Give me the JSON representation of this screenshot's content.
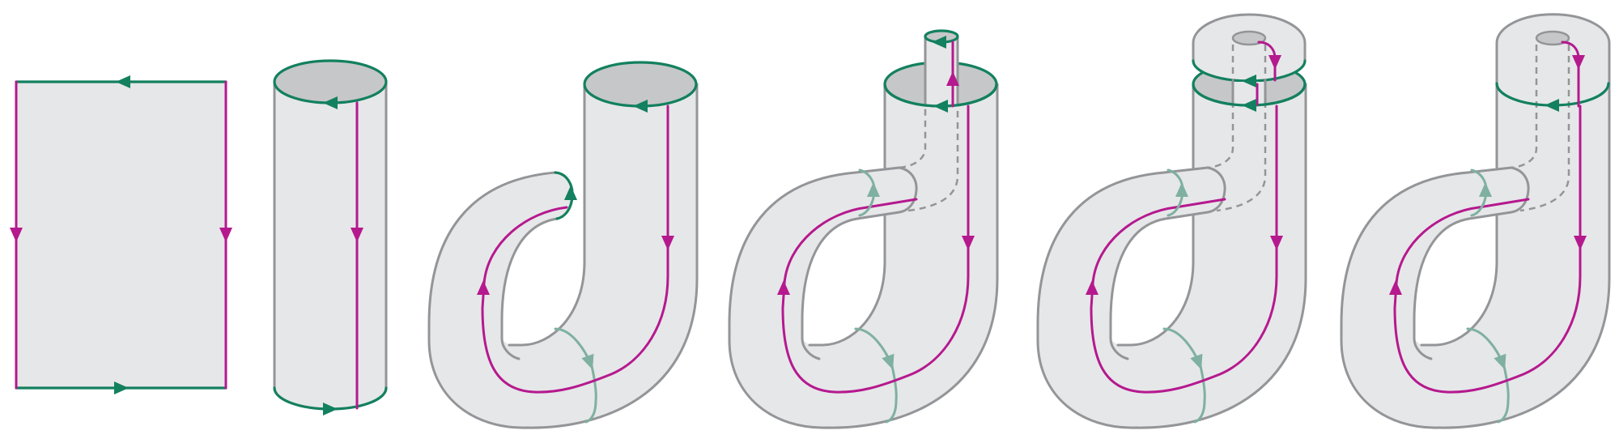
{
  "figure": {
    "panel_count": 6,
    "colors": {
      "surface": "#e6e7e9",
      "opening": "#c6c7c9",
      "outline": "#939598",
      "green_edge": "#13805f",
      "seam": "#7fb0a0",
      "magenta_edge": "#b5198e"
    },
    "icons": [
      "arrow-head-green",
      "arrow-head-magenta",
      "arrow-head-seam"
    ]
  }
}
